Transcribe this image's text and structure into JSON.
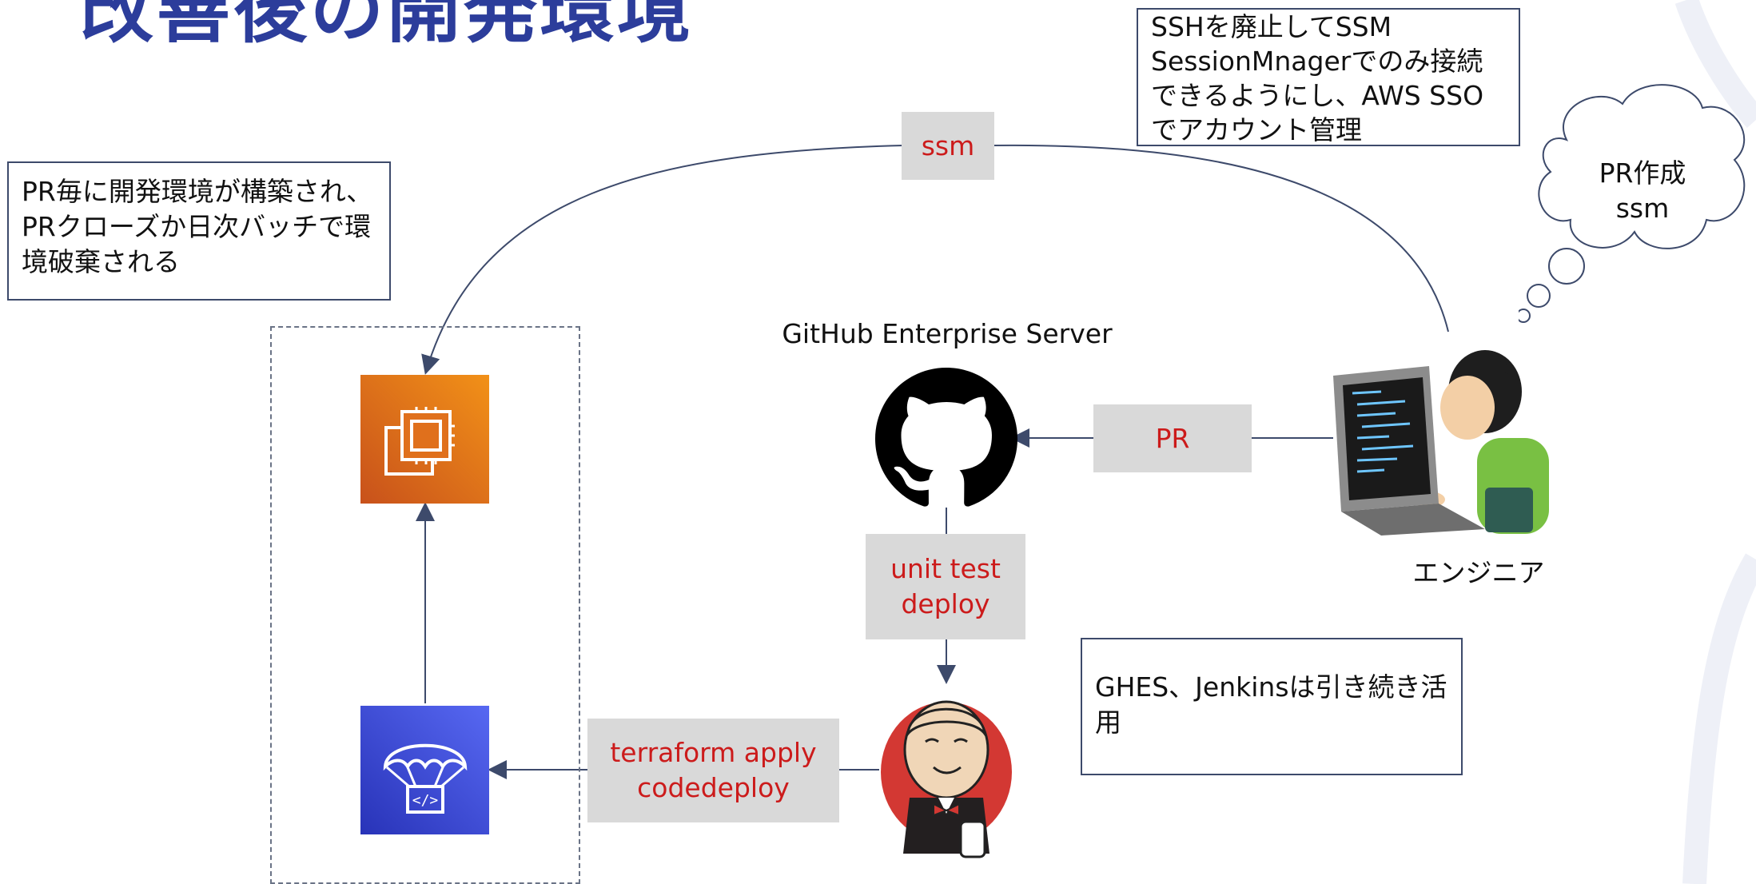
{
  "slide": {
    "title": "改善後の開発環境"
  },
  "notes": {
    "pr_env": "PR毎に開発環境が構築され、PRクローズか日次バッチで環境破棄される",
    "ssm": "SSHを廃止してSSM SessionMnagerでのみ接続できるようにし、AWS SSOでアカウント管理",
    "ghes": "GHES、Jenkinsは引き続き活用"
  },
  "edge_labels": {
    "ssm": "ssm",
    "pr": "PR",
    "unit_test": "unit test",
    "deploy": "deploy",
    "terraform": "terraform apply",
    "codedeploy": "codedeploy"
  },
  "nodes": {
    "github": "GitHub Enterprise Server",
    "engineer": "エンジニア"
  },
  "thought": {
    "line1": "PR作成",
    "line2": "ssm"
  },
  "colors": {
    "title": "#2c3d9b",
    "label_text": "#cc1b1b",
    "label_bg": "#d9d9d9",
    "ec2_orange": "#e8801a",
    "codedeploy_blue": "#3f51e0",
    "jenkins_red": "#d33833"
  },
  "icons": [
    "ec2-icon",
    "codedeploy-icon",
    "github-icon",
    "jenkins-icon",
    "engineer-illustration",
    "thought-cloud"
  ]
}
